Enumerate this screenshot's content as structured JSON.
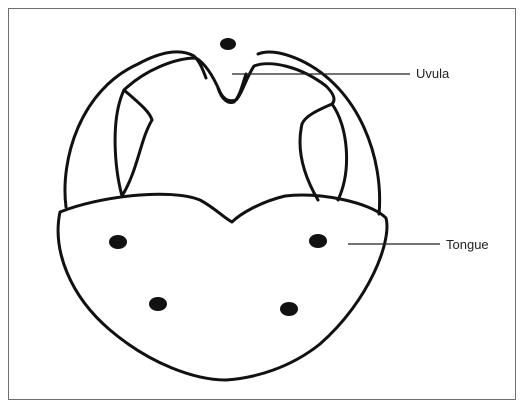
{
  "diagram": {
    "labels": {
      "uvula": "Uvula",
      "tongue": "Tongue"
    },
    "colors": {
      "ink": "#111111",
      "frame": "#6f6f6f",
      "leader": "#222222",
      "background": "#ffffff"
    },
    "marker_count": 5
  }
}
